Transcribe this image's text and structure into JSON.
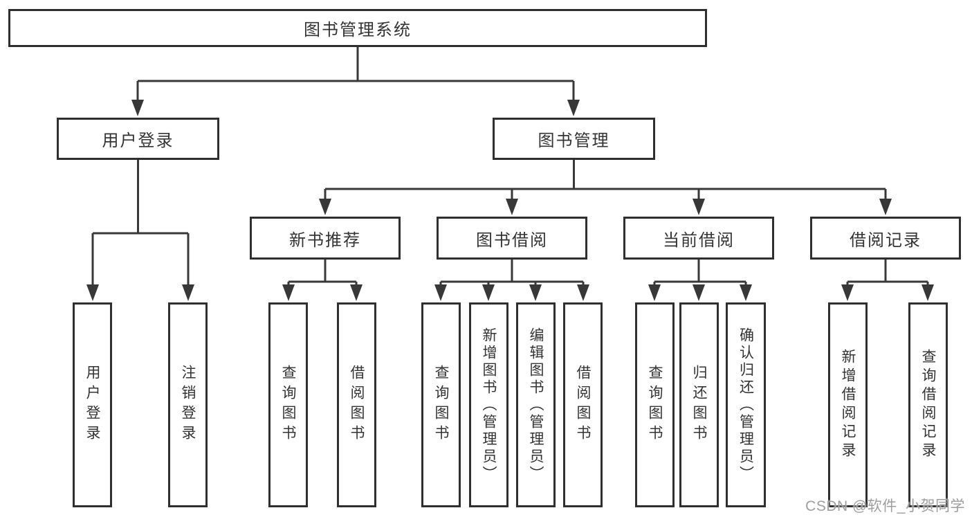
{
  "diagram": {
    "title": "图书管理系统",
    "root": {
      "label": "图书管理系统"
    },
    "level2": [
      {
        "label": "用户登录"
      },
      {
        "label": "图书管理"
      }
    ],
    "level3": [
      {
        "label": "新书推荐"
      },
      {
        "label": "图书借阅"
      },
      {
        "label": "当前借阅"
      },
      {
        "label": "借阅记录"
      }
    ],
    "level4": [
      {
        "label": "用户登录",
        "parent": "用户登录"
      },
      {
        "label": "注销登录",
        "parent": "用户登录"
      },
      {
        "label": "查询图书",
        "parent": "新书推荐"
      },
      {
        "label": "借阅图书",
        "parent": "新书推荐"
      },
      {
        "label": "查询图书",
        "parent": "图书借阅"
      },
      {
        "label": "新增图书（管理员）",
        "parent": "图书借阅"
      },
      {
        "label": "编辑图书（管理员）",
        "parent": "图书借阅"
      },
      {
        "label": "借阅图书",
        "parent": "图书借阅"
      },
      {
        "label": "查询图书",
        "parent": "当前借阅"
      },
      {
        "label": "归还图书",
        "parent": "当前借阅"
      },
      {
        "label": "确认归还（管理员）",
        "parent": "当前借阅"
      },
      {
        "label": "新增借阅记录",
        "parent": "借阅记录"
      },
      {
        "label": "查询借阅记录",
        "parent": "借阅记录"
      }
    ]
  },
  "watermark": {
    "text": "CSDN @软件_小贺同学"
  },
  "colors": {
    "background": "#ffffff",
    "box_fill": "#ffffff",
    "box_border": "#2f2f2f",
    "line": "#383838",
    "text": "#333333",
    "watermark_text": "#9e9e9e"
  }
}
